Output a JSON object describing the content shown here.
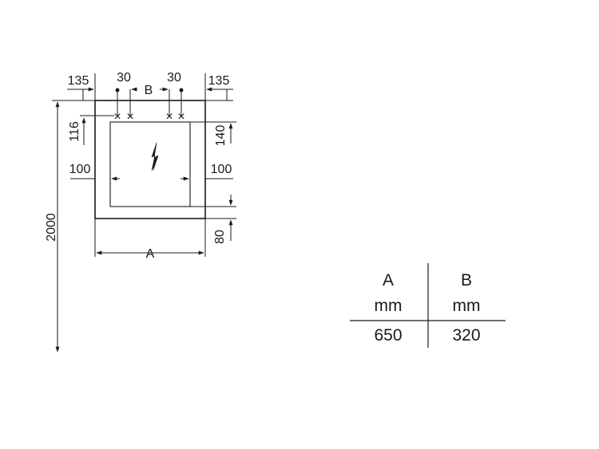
{
  "drawing": {
    "dimensions": {
      "left_offset": "135",
      "fixing_gap_left": "30",
      "fixing_spacing": "B",
      "fixing_gap_right": "30",
      "right_offset": "135",
      "top_inset_left": "116",
      "top_inset_right": "140",
      "side_inset_left": "100",
      "side_inset_right": "100",
      "bottom_gap": "80",
      "overall_height": "2000",
      "width": "A"
    },
    "symbols": {
      "fixing_marks": "×",
      "hazard_icon": "lightning-bolt"
    }
  },
  "table": {
    "headers": [
      {
        "label": "A",
        "unit": "mm"
      },
      {
        "label": "B",
        "unit": "mm"
      }
    ],
    "rows": [
      [
        "650",
        "320"
      ]
    ]
  }
}
